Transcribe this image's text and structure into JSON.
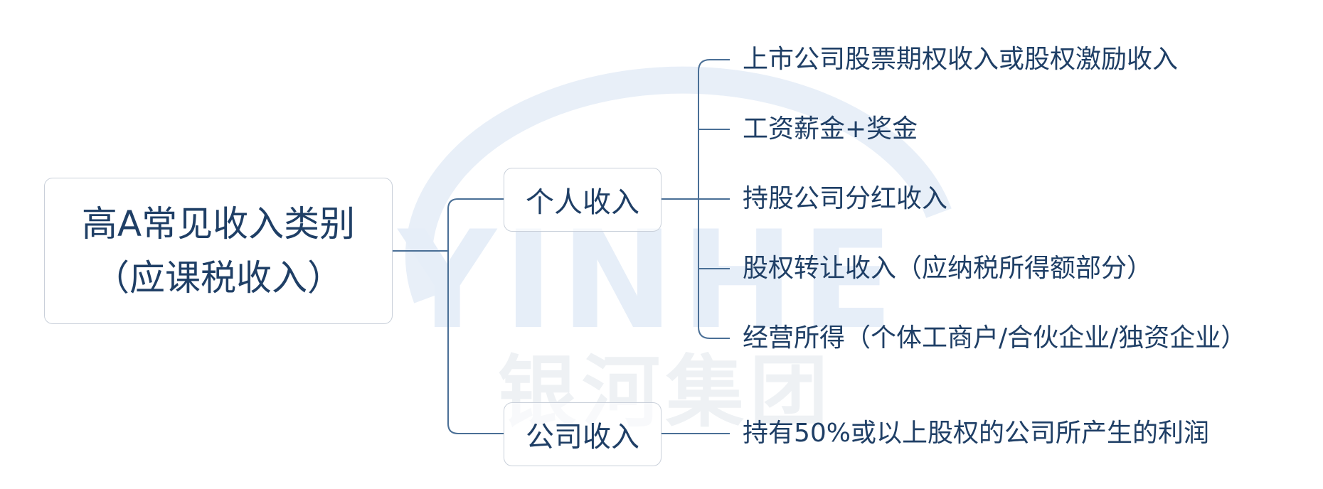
{
  "root": {
    "line1": "高A常见收入类别",
    "line2": "（应课税收入）"
  },
  "branches": [
    {
      "label": "个人收入",
      "leaves": [
        "上市公司股票期权收入或股权激励收入",
        "工资薪金+奖金",
        "持股公司分红收入",
        "股权转让收入（应纳税所得额部分）",
        "经营所得（个体工商户/合伙企业/独资企业）"
      ]
    },
    {
      "label": "公司收入",
      "leaves": [
        "持有50%或以上股权的公司所产生的利润"
      ]
    }
  ],
  "watermark": {
    "latin": "YINHE",
    "chinese": "银河集团"
  },
  "colors": {
    "text": "#1f3f66",
    "connector": "#4a6f96",
    "border": "#c9d0da",
    "watermark": "#e6eef8"
  }
}
